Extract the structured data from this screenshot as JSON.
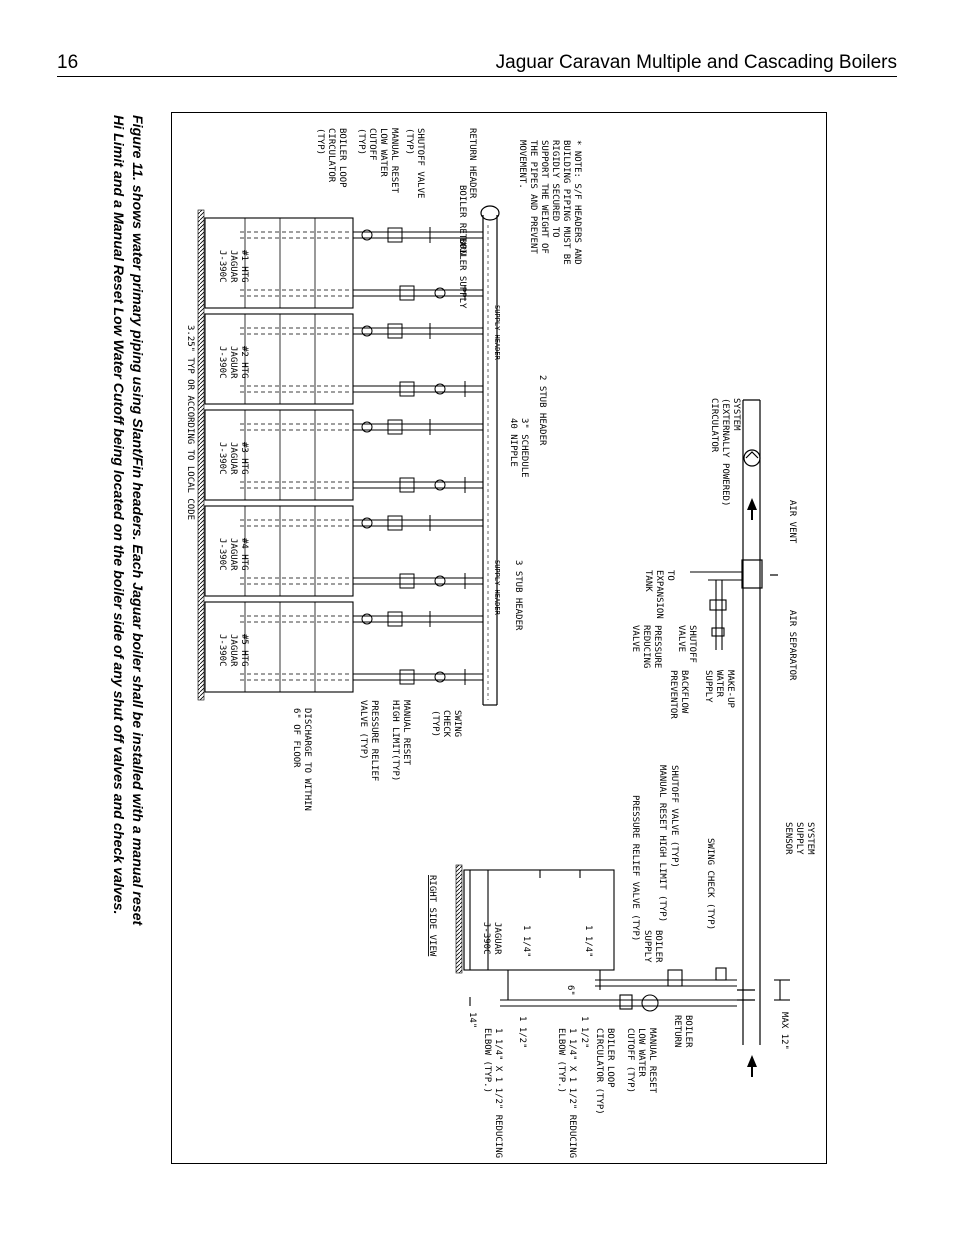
{
  "header": {
    "page_number": "16",
    "title": "Jaguar Caravan Multiple and Cascading Boilers"
  },
  "caption": {
    "line1": "Figure 11. shows water primary piping using Slant/Fin headers. Each Jaguar boiler shall be installed with a manual reset",
    "line2": "Hi Limit and a Manual Reset Low Water Cutoff being located on the boiler side of any shut off valves and check valves."
  },
  "diagram": {
    "note": [
      "* NOTE: S/F HEADERS AND",
      "BUILDING PIPING MUST BE",
      "RIGIDLY SECURED TO",
      "SUPPORT THE WEIGHT OF",
      "THE PIPES AND PREVENT",
      "MOVEMENT."
    ],
    "return_header": "RETURN HEADER",
    "boiler_return": "BOILER RETURN",
    "boiler_supply": "BOILER SUPPLY",
    "shutoff_valve_typ": [
      "SHUTOFF VALVE",
      "(TYP)"
    ],
    "manual_reset_lwco": [
      "MANUAL RESET",
      "LOW WATER",
      "CUTOFF",
      "(TYP)"
    ],
    "boiler_loop_circ": [
      "BOILER LOOP",
      "CIRCULATOR",
      "(TYP)"
    ],
    "supply_header": "SUPPLY HEADER",
    "stub_header_2": "2 STUB HEADER",
    "schedule_nipple": [
      "3\" SCHEDULE",
      "40 NIPPLE"
    ],
    "stub_header_3": "3 STUB HEADER",
    "system_circ": [
      "SYSTEM",
      "(EXTERNALLY POWERED)",
      "CIRCULATOR"
    ],
    "air_vent": "AIR VENT",
    "air_separator": "AIR SEPARATOR",
    "to_expansion_tank": [
      "TO",
      "EXPANSION",
      "TANK"
    ],
    "shutoff_valve": [
      "SHUTOFF",
      "VALVE"
    ],
    "pressure_reducing": [
      "PRESSURE",
      "REDUCING",
      "VALVE"
    ],
    "backflow": [
      "BACKFLOW",
      "PREVENTOR"
    ],
    "makeup_water": [
      "MAKE-UP",
      "WATER",
      "SUPPLY"
    ],
    "system_supply_sensor": [
      "SYSTEM",
      "SUPPLY",
      "SENSOR"
    ],
    "boilers": [
      {
        "htg": "#1 HTG",
        "model": "JAGUAR",
        "code": "J-390C"
      },
      {
        "htg": "#2 HTG",
        "model": "JAGUAR",
        "code": "J-390C"
      },
      {
        "htg": "#3 HTG",
        "model": "JAGUAR",
        "code": "J-390C"
      },
      {
        "htg": "#4 HTG",
        "model": "JAGUAR",
        "code": "J-390C"
      },
      {
        "htg": "#5 HTG",
        "model": "JAGUAR",
        "code": "J-390C"
      }
    ],
    "spacing": "3.25\" TYP OR ACCORDING TO LOCAL CODE",
    "swing_check_typ": [
      "SWING",
      "CHECK",
      "(TYP)"
    ],
    "manual_reset_hl": [
      "MANUAL RESET",
      "HIGH LIMIT(TYP)"
    ],
    "prv_typ": [
      "PRESSURE RELIEF",
      "VALVE (TYP)"
    ],
    "discharge": [
      "DISCHARGE TO WITHIN",
      "6\" OF FLOOR"
    ],
    "side": {
      "swing_check": "SWING CHECK (TYP)",
      "shutoff": "SHUTOFF VALVE (TYP)",
      "mr_high_limit": "MANUAL RESET HIGH LIMIT (TYP)",
      "prv": "PRESSURE RELIEF VALVE (TYP)",
      "boiler_supply": [
        "BOILER",
        "SUPPLY"
      ],
      "boiler_return": [
        "BOILER",
        "RETURN"
      ],
      "max": "MAX 12\"",
      "mr_lwco": [
        "MANUAL RESET",
        "LOW WATER",
        "CUTOFF (TYP)"
      ],
      "blc": [
        "BOILER LOOP",
        "CIRCULATOR (TYP)"
      ],
      "pipe_a": "1 1/2\"",
      "reducing_1": [
        "1 1/4\" X 1 1/2\" REDUCING",
        "ELBOW (TYP.)"
      ],
      "reducing_2": [
        "1 1/4\" X 1 1/2\" REDUCING",
        "ELBOW (TYP.)"
      ],
      "pipe_b": "1 1/2\"",
      "pipe_c": "1 1/4\"",
      "pipe_d": "1 1/4\"",
      "dim_6": "6\"",
      "dim_14": "14\"",
      "unit_model": "JAGUAR",
      "unit_code": "J-390C",
      "view_label": "RIGHT SIDE VIEW"
    }
  }
}
